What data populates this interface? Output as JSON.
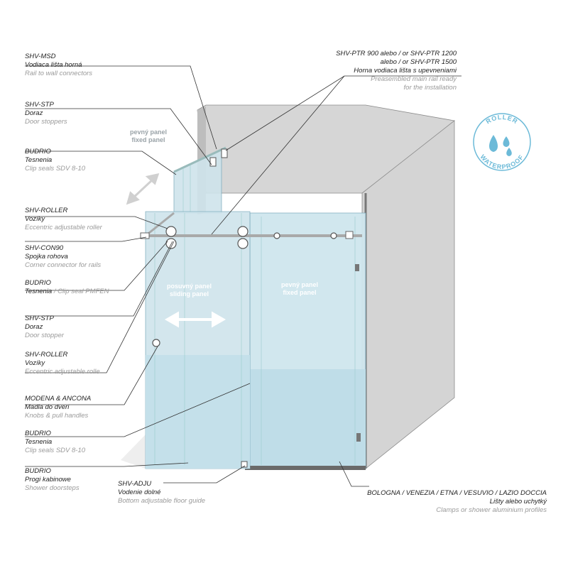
{
  "colors": {
    "wall": "#d4d4d4",
    "wall_edge": "#8a8a8a",
    "glass": "#cfe6ee",
    "glass_dark": "#a9d0de",
    "leader": "#333333",
    "badge": "#6cbad8",
    "label_en": "#9a9a9a"
  },
  "labels_left": [
    {
      "code": "SHV-MSD",
      "sk": "Vodiaca lišta horná",
      "en": "Rail to wall connectors"
    },
    {
      "code": "SHV-STP",
      "sk": "Doraz",
      "en": "Door stoppers"
    },
    {
      "code": "BUDRIO",
      "sk": "Tesnenia",
      "en": "Clip seals SDV 8-10"
    },
    {
      "code": "SHV-ROLLER",
      "sk": "Vozíky",
      "en": "Eccentric adjustable roller"
    },
    {
      "code": "SHV-CON90",
      "sk": "Spojka rohova",
      "en": "Corner connector for rails"
    },
    {
      "code": "BUDRIO",
      "sk": "",
      "en": "/ Clip seal PMFEN",
      "sk_inline": "Tesnenia"
    },
    {
      "code": "SHV-STP",
      "sk": "Doraz",
      "en": "Door stopper"
    },
    {
      "code": "SHV-ROLLER",
      "sk": "Vozíky",
      "en": "Eccentric adjustable rolle"
    },
    {
      "code": "MODENA & ANCONA",
      "sk": "Madla do dveri",
      "en": "Knobs & pull handles"
    },
    {
      "code": "BUDRIO",
      "sk": "Tesnenia",
      "en": "Clip seals SDV 8-10"
    },
    {
      "code": "BUDRIO",
      "sk": "Progi kabinowe",
      "en": "Shower doorsteps"
    }
  ],
  "label_top_right": {
    "code1": "SHV-PTR 900 alebo / or SHV-PTR 1200",
    "code2": "alebo / or SHV-PTR 1500",
    "sk": "Horna vodiaca lišta s upevneniami",
    "en1": "Preasembled main rail ready",
    "en2": "for the installation"
  },
  "label_bottom_center": {
    "code": "SHV-ADJU",
    "sk": "Vodenie dolné",
    "en": "Bottom adjustable floor guide"
  },
  "label_bottom_right": {
    "code": "BOLOGNA / VENEZIA / ETNA / VESUVIO / LAZIO DOCCIA",
    "sk": "Lišty alebo uchytký",
    "en": "Clamps or shower aluminium profiles"
  },
  "panels": {
    "fixed_back_sk": "pevný panel",
    "fixed_back_en": "fixed panel",
    "sliding_sk": "posuvný panel",
    "sliding_en": "sliding panel",
    "fixed_front_sk": "pevný panel",
    "fixed_front_en": "fixed panel"
  },
  "badge": {
    "top": "ROLLER",
    "bottom": "WATERPROOF"
  }
}
